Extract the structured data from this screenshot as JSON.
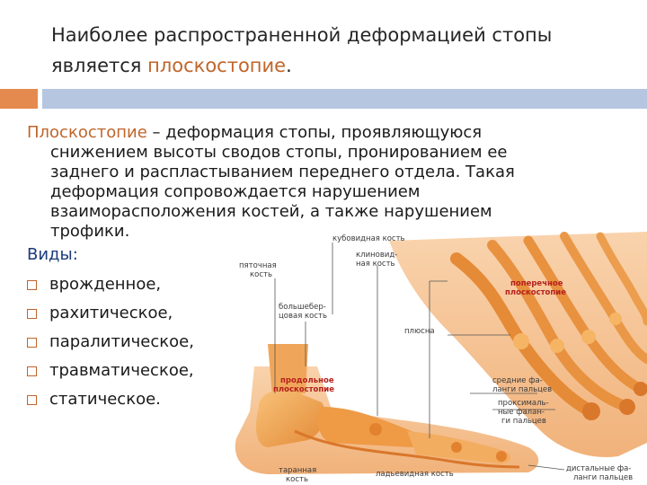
{
  "slide": {
    "title_line1": "Наиболее распространенной деформацией стопы",
    "title_line2_prefix": "является",
    "title_line2_accent": "плоскостопие",
    "title_line2_suffix": ".",
    "definition_term": "Плоскостопие",
    "definition_text": " – деформация стопы, проявляющуюся снижением высоты сводов стопы, пронированием ее заднего и распластыванием переднего отдела. Такая деформация сопровождается нарушением взаиморасположения костей, а также нарушением трофики.",
    "types_label": "Виды:",
    "types": [
      "врожденное,",
      "рахитическое,",
      "паралитическое,",
      "травматическое,",
      "статическое."
    ]
  },
  "colors": {
    "accent": "#c0652a",
    "rule_orange": "#e58a4e",
    "rule_blue": "#b6c5e0",
    "bone": "#f2a24e",
    "skin": "#f6c79c"
  },
  "figure": {
    "labels": {
      "kubovidnaya": "кубовидная кость",
      "pyatochnaya_1": "пяточная",
      "pyatochnaya_2": "кость",
      "klinovid_1": "клиновид-",
      "klinovid_2": "ная кость",
      "poperechnoe_1": "поперечное",
      "poperechnoe_2": "плоскостопие",
      "bolshebertsovaya_1": "большебер-",
      "bolshebertsovaya_2": "цовая кость",
      "plyusna": "плюсна",
      "prodolnoe_1": "продольное",
      "prodolnoe_2": "плоскостопие",
      "srednie_1": "средние фа-",
      "srednie_2": "ланги пальцев",
      "proksimalnye_1": "проксималь-",
      "proksimalnye_2": "ные фалан-",
      "proksimalnye_3": "ги пальцев",
      "tarannaya_1": "таранная",
      "tarannaya_2": "кость",
      "ladyevidnaya": "ладьевидная кость",
      "distalnye_1": "дистальные фа-",
      "distalnye_2": "ланги пальцев"
    }
  }
}
